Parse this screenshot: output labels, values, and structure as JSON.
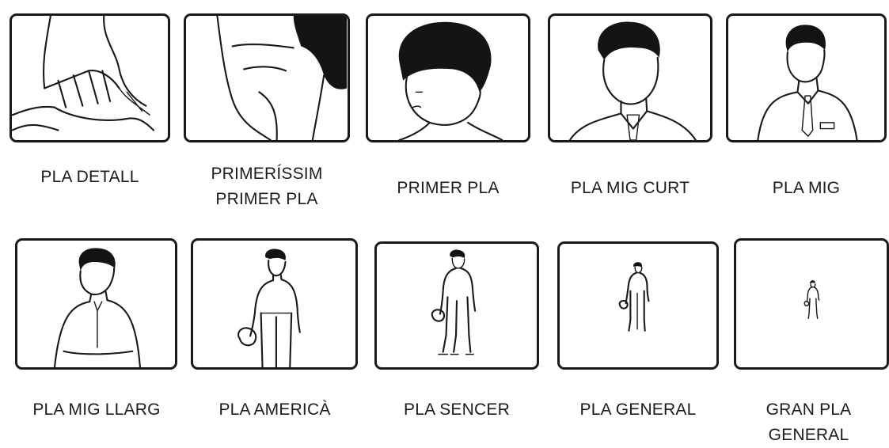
{
  "shots": [
    {
      "label_lines": [
        "PLA DETALL"
      ]
    },
    {
      "label_lines": [
        "PRIMERÍSSIM",
        "PRIMER PLA"
      ]
    },
    {
      "label_lines": [
        "PRIMER PLA"
      ]
    },
    {
      "label_lines": [
        "PLA MIG CURT"
      ]
    },
    {
      "label_lines": [
        "PLA MIG"
      ]
    },
    {
      "label_lines": [
        "PLA MIG LLARG"
      ]
    },
    {
      "label_lines": [
        "PLA AMERICÀ"
      ]
    },
    {
      "label_lines": [
        "PLA SENCER"
      ]
    },
    {
      "label_lines": [
        "PLA GENERAL"
      ]
    },
    {
      "label_lines": [
        "GRAN PLA",
        "GENERAL"
      ]
    }
  ]
}
